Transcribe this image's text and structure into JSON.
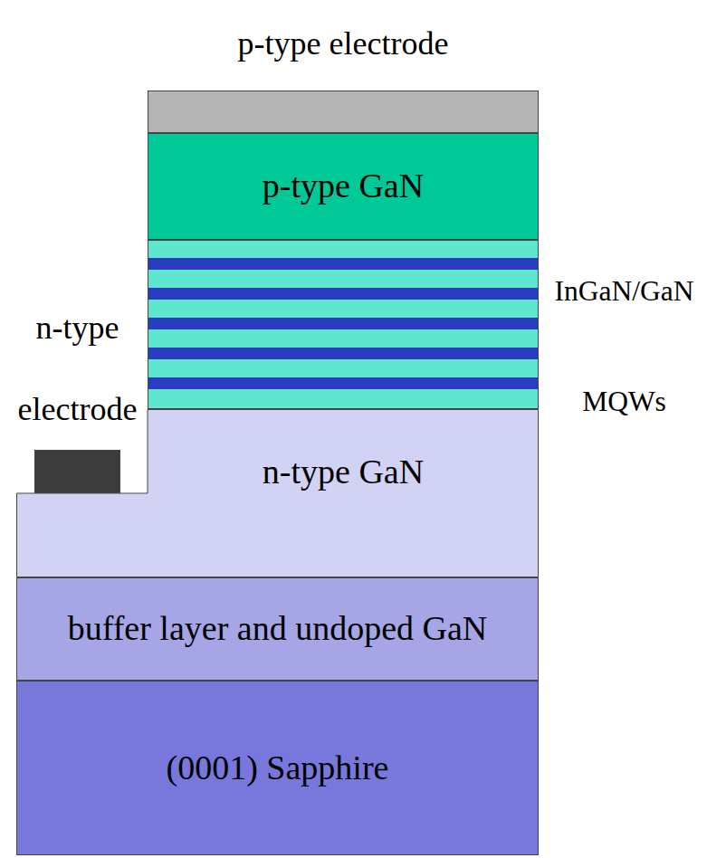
{
  "diagram": {
    "nodes": [
      {
        "text": [
          "p-type electrode"
        ]
      },
      {
        "text": [
          "p-type GaN"
        ]
      },
      {
        "text": [
          "InGaN/GaN MQWs"
        ]
      },
      {
        "text": [
          "n-type electrode"
        ]
      },
      {
        "text": [
          "n-type GaN"
        ]
      },
      {
        "text": [
          "buffer layer and undoped GaN"
        ]
      },
      {
        "text": [
          "(0001) Sapphire"
        ]
      }
    ]
  }
}
